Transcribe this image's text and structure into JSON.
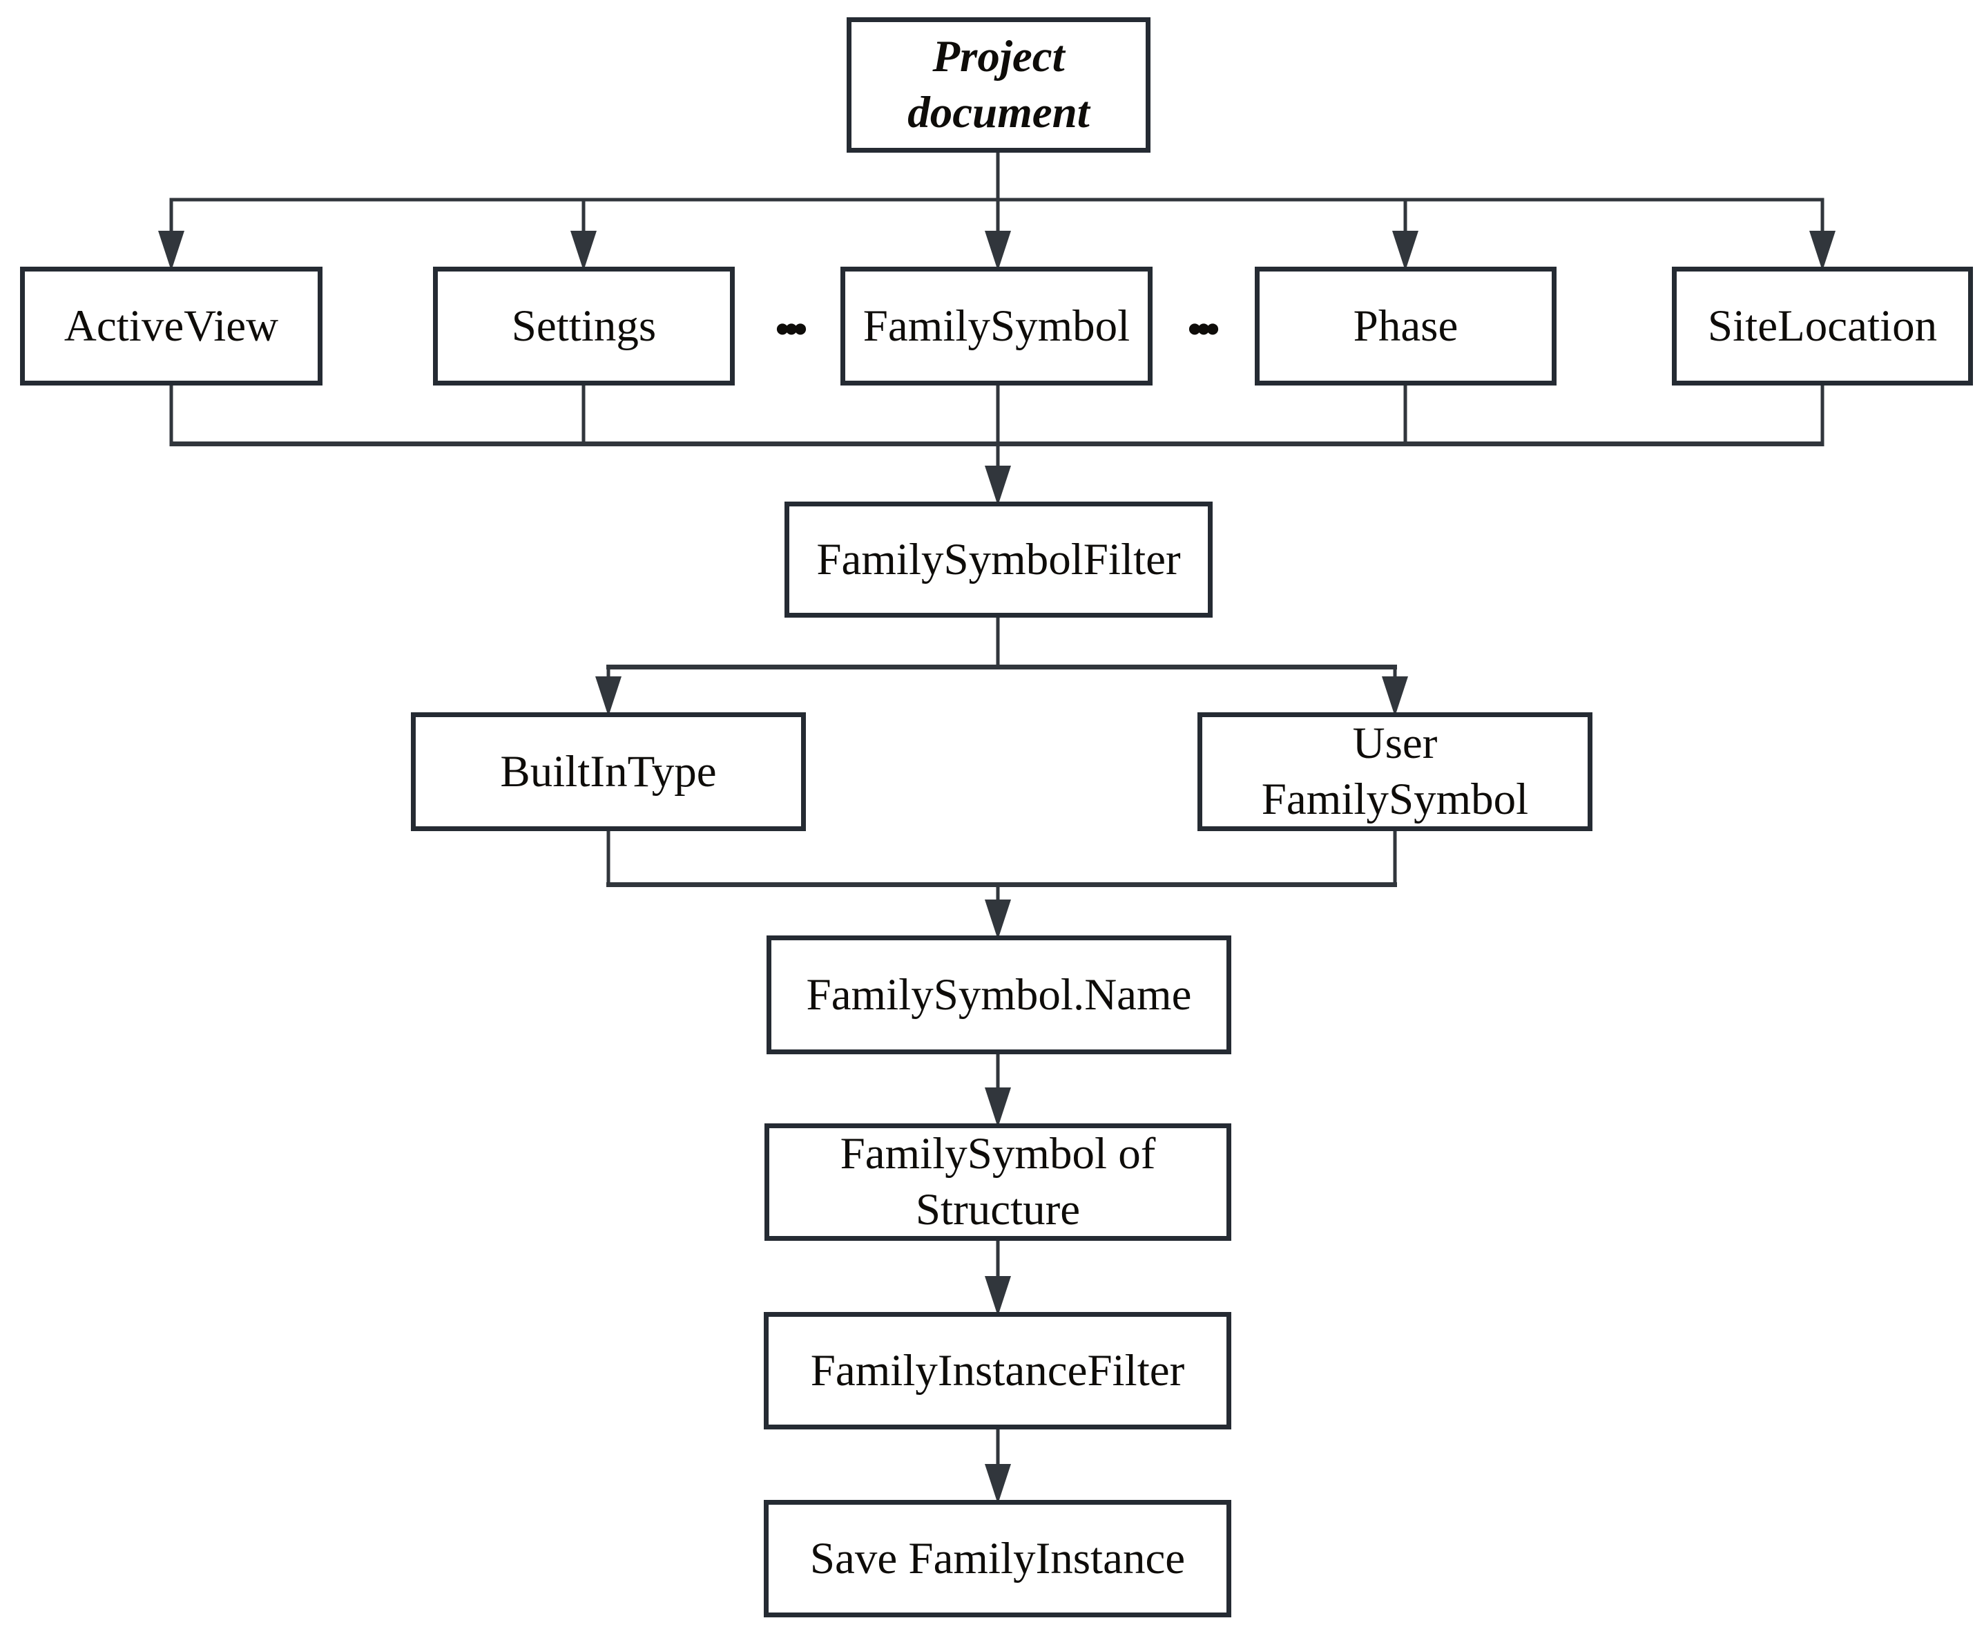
{
  "diagram": {
    "nodes": {
      "project_document": {
        "label": "Project\ndocument"
      },
      "active_view": {
        "label": "ActiveView"
      },
      "settings": {
        "label": "Settings"
      },
      "family_symbol": {
        "label": "FamilySymbol"
      },
      "phase": {
        "label": "Phase"
      },
      "site_location": {
        "label": "SiteLocation"
      },
      "family_symbol_filter": {
        "label": "FamilySymbolFilter"
      },
      "built_in_type": {
        "label": "BuiltInType"
      },
      "user_family_symbol": {
        "label": "User\nFamilySymbol"
      },
      "family_symbol_name": {
        "label": "FamilySymbol.Name"
      },
      "family_symbol_of_structure": {
        "label": "FamilySymbol of\nStructure"
      },
      "family_instance_filter": {
        "label": "FamilyInstanceFilter"
      },
      "save_family_instance": {
        "label": "Save FamilyInstance"
      }
    },
    "ellipsis_left": "...",
    "ellipsis_right": "...",
    "edges": [
      {
        "from": "project_document",
        "to": "active_view"
      },
      {
        "from": "project_document",
        "to": "settings"
      },
      {
        "from": "project_document",
        "to": "family_symbol"
      },
      {
        "from": "project_document",
        "to": "phase"
      },
      {
        "from": "project_document",
        "to": "site_location"
      },
      {
        "from": "active_view",
        "to": "family_symbol_filter"
      },
      {
        "from": "settings",
        "to": "family_symbol_filter"
      },
      {
        "from": "family_symbol",
        "to": "family_symbol_filter"
      },
      {
        "from": "phase",
        "to": "family_symbol_filter"
      },
      {
        "from": "site_location",
        "to": "family_symbol_filter"
      },
      {
        "from": "family_symbol_filter",
        "to": "built_in_type"
      },
      {
        "from": "family_symbol_filter",
        "to": "user_family_symbol"
      },
      {
        "from": "built_in_type",
        "to": "family_symbol_name"
      },
      {
        "from": "user_family_symbol",
        "to": "family_symbol_name"
      },
      {
        "from": "family_symbol_name",
        "to": "family_symbol_of_structure"
      },
      {
        "from": "family_symbol_of_structure",
        "to": "family_instance_filter"
      },
      {
        "from": "family_instance_filter",
        "to": "save_family_instance"
      }
    ],
    "colors": {
      "line": "#31363c",
      "border": "#252b33",
      "text": "#0e0c09",
      "background": "#ffffff"
    }
  }
}
